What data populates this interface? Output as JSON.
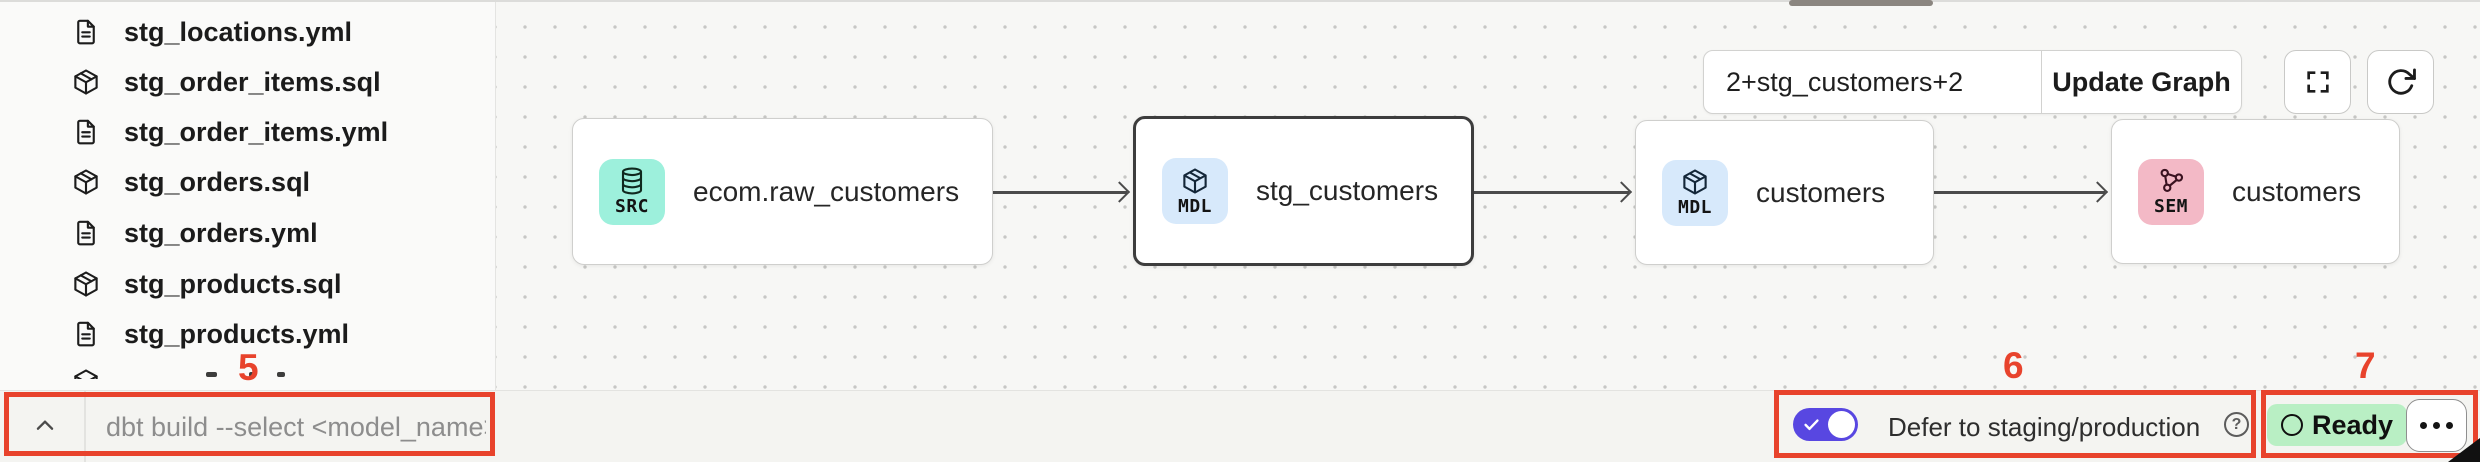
{
  "sidebar": {
    "files": [
      {
        "name": "stg_locations.yml",
        "icon": "yml-file"
      },
      {
        "name": "stg_order_items.sql",
        "icon": "sql-model"
      },
      {
        "name": "stg_order_items.yml",
        "icon": "yml-file"
      },
      {
        "name": "stg_orders.sql",
        "icon": "sql-model"
      },
      {
        "name": "stg_orders.yml",
        "icon": "yml-file"
      },
      {
        "name": "stg_products.sql",
        "icon": "sql-model"
      },
      {
        "name": "stg_products.yml",
        "icon": "yml-file"
      }
    ]
  },
  "lineage": {
    "selector": {
      "value": "2+stg_customers+2",
      "update_button": "Update Graph"
    },
    "nodes": [
      {
        "badge": "SRC",
        "label": "ecom.raw_customers",
        "type": "source",
        "badge_color": "#9df0dc",
        "selected": false
      },
      {
        "badge": "MDL",
        "label": "stg_customers",
        "type": "model",
        "badge_color": "#d7e9fb",
        "selected": true
      },
      {
        "badge": "MDL",
        "label": "customers",
        "type": "model",
        "badge_color": "#d7e9fb",
        "selected": false
      },
      {
        "badge": "SEM",
        "label": "customers",
        "type": "semantic",
        "badge_color": "#f3b9c6",
        "selected": false
      }
    ],
    "edges": [
      {
        "from": "ecom.raw_customers",
        "to": "stg_customers"
      },
      {
        "from": "stg_customers",
        "to": "customers"
      },
      {
        "from": "customers",
        "to": "customers (semantic)"
      }
    ]
  },
  "command_bar": {
    "placeholder": "dbt build --select <model_name>"
  },
  "status_bar": {
    "defer": {
      "label": "Defer to staging/production",
      "enabled": true,
      "help_glyph": "?"
    },
    "ready": {
      "label": "Ready"
    }
  },
  "annotations": {
    "steps": [
      "5",
      "6",
      "7"
    ],
    "color": "#e8432c"
  },
  "colors": {
    "annotation_red": "#e8432c",
    "toggle_on_purple": "#5847e1",
    "ready_green_bg": "#b9efc4",
    "badge_src_teal": "#9df0dc",
    "badge_mdl_blue": "#d7e9fb",
    "badge_sem_pink": "#f3b9c6",
    "edge_gray": "#4b4b4b"
  }
}
